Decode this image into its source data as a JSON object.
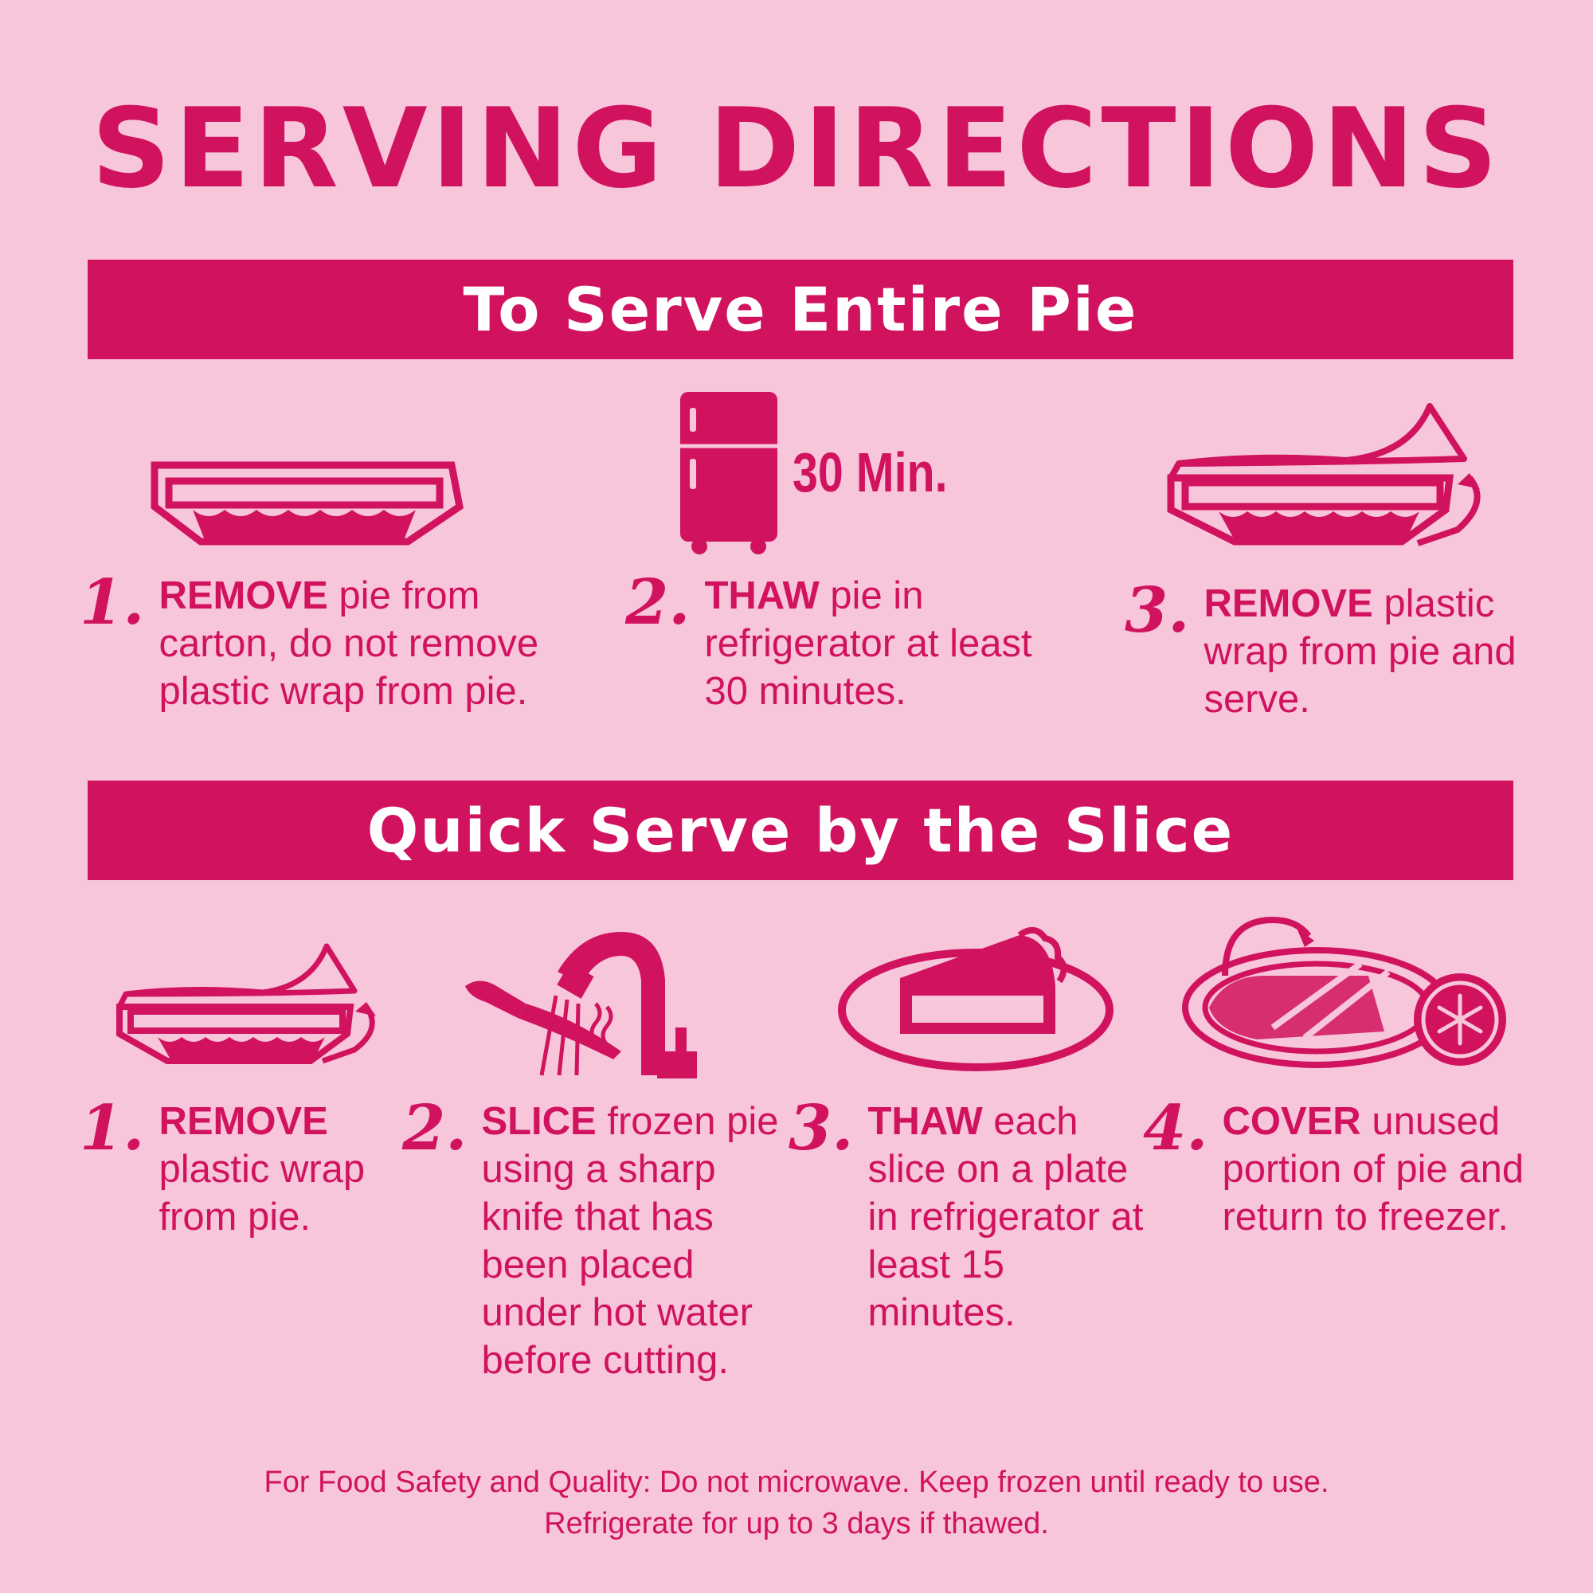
{
  "title": "SERVING DIRECTIONS",
  "section1": {
    "heading": "To Serve Entire Pie",
    "fridge_label": "30 Min.",
    "steps": [
      {
        "num": "1.",
        "verb": "REMOVE",
        "text": " pie from carton, do not remove plastic wrap from pie."
      },
      {
        "num": "2.",
        "verb": "THAW",
        "text": " pie in refrigerator at least 30 minutes."
      },
      {
        "num": "3.",
        "verb": "REMOVE",
        "text": " plastic wrap from pie and serve."
      }
    ]
  },
  "section2": {
    "heading": "Quick Serve by the Slice",
    "steps": [
      {
        "num": "1.",
        "verb": "REMOVE",
        "text": " plastic wrap from pie."
      },
      {
        "num": "2.",
        "verb": "SLICE",
        "text": " frozen pie using a sharp knife that has been placed under hot water before cutting."
      },
      {
        "num": "3.",
        "verb": "THAW",
        "text": " each slice on a plate in refrigerator at least 15 minutes."
      },
      {
        "num": "4.",
        "verb": "COVER",
        "text": " unused portion of pie and return to freezer."
      }
    ]
  },
  "footer": {
    "line1": "For Food Safety and Quality: Do not microwave. Keep frozen until ready to use.",
    "line2": "Refrigerate for up to 3 days if thawed."
  },
  "colors": {
    "background": "#f7c6da",
    "accent": "#d1135f",
    "banner_text": "#ffffff"
  },
  "icons": [
    "pie-in-wrap-icon",
    "refrigerator-icon",
    "pie-unwrap-icon",
    "pie-unwrap-icon",
    "knife-faucet-icon",
    "pie-slice-plate-icon",
    "covered-pie-freezer-icon"
  ]
}
